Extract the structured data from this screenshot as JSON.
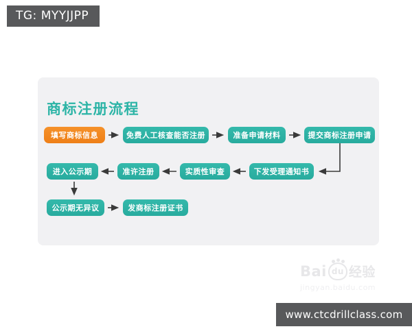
{
  "header_tag": {
    "label": "TG: MYYJJPP",
    "bg_color": "#58595b"
  },
  "footer_tag": {
    "label": "www.ctcdrillclass.com",
    "bg_color": "#58595b"
  },
  "watermark": {
    "brand_prefix": "Bai",
    "brand_du": "du",
    "brand_suffix": "经验",
    "subtext": "jingyan.baidu.com"
  },
  "flowchart": {
    "title": "商标注册流程",
    "colors": {
      "panel_bg": "#f1f1f3",
      "title": "#2cb4a6",
      "teal_node": "#2db3a6",
      "orange_node": "#f08519",
      "arrow": "#3a3a3a"
    },
    "nodes": [
      {
        "label": "填写商标信息",
        "color": "orange"
      },
      {
        "label": "免费人工核查能否注册",
        "color": "teal"
      },
      {
        "label": "准备申请材料",
        "color": "teal"
      },
      {
        "label": "提交商标注册申请",
        "color": "teal"
      },
      {
        "label": "下发受理通知书",
        "color": "teal"
      },
      {
        "label": "实质性审查",
        "color": "teal"
      },
      {
        "label": "准许注册",
        "color": "teal"
      },
      {
        "label": "进入公示期",
        "color": "teal"
      },
      {
        "label": "公示期无异议",
        "color": "teal"
      },
      {
        "label": "发商标注册证书",
        "color": "teal"
      }
    ],
    "edges": [
      {
        "from": "填写商标信息",
        "to": "免费人工核查能否注册"
      },
      {
        "from": "免费人工核查能否注册",
        "to": "准备申请材料"
      },
      {
        "from": "准备申请材料",
        "to": "提交商标注册申请"
      },
      {
        "from": "提交商标注册申请",
        "to": "下发受理通知书"
      },
      {
        "from": "下发受理通知书",
        "to": "实质性审查"
      },
      {
        "from": "实质性审查",
        "to": "准许注册"
      },
      {
        "from": "准许注册",
        "to": "进入公示期"
      },
      {
        "from": "进入公示期",
        "to": "公示期无异议"
      },
      {
        "from": "公示期无异议",
        "to": "发商标注册证书"
      }
    ]
  }
}
